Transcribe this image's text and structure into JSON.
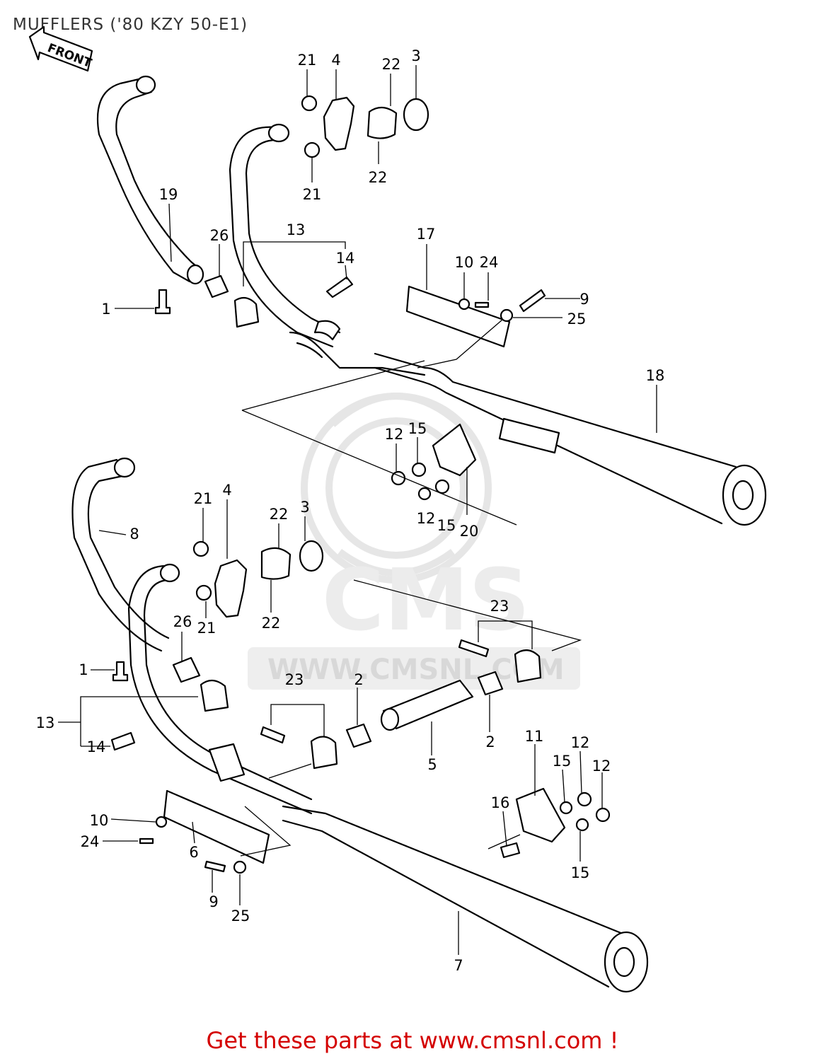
{
  "title": "MUFFLERS ('80 KZY 50-E1)",
  "front_marker": "FRONT",
  "watermark": {
    "logo_text": "CMS",
    "url_text": "WWW.CMSNL.COM"
  },
  "footer_text": "Get these parts at www.cmsnl.com !",
  "colors": {
    "footer": "#d40000",
    "line": "#000000",
    "watermark": "#e6e6e6"
  },
  "callouts": [
    {
      "id": "c21a",
      "label": "21"
    },
    {
      "id": "c4a",
      "label": "4"
    },
    {
      "id": "c22a",
      "label": "22"
    },
    {
      "id": "c3a",
      "label": "3"
    },
    {
      "id": "c22b",
      "label": "22"
    },
    {
      "id": "c21b",
      "label": "21"
    },
    {
      "id": "c19",
      "label": "19"
    },
    {
      "id": "c26a",
      "label": "26"
    },
    {
      "id": "c13a",
      "label": "13"
    },
    {
      "id": "c14a",
      "label": "14"
    },
    {
      "id": "c17",
      "label": "17"
    },
    {
      "id": "c10a",
      "label": "10"
    },
    {
      "id": "c24a",
      "label": "24"
    },
    {
      "id": "c9a",
      "label": "9"
    },
    {
      "id": "c25a",
      "label": "25"
    },
    {
      "id": "c1a",
      "label": "1"
    },
    {
      "id": "c18",
      "label": "18"
    },
    {
      "id": "c12a",
      "label": "12"
    },
    {
      "id": "c15a",
      "label": "15"
    },
    {
      "id": "c12b",
      "label": "12"
    },
    {
      "id": "c15b",
      "label": "15"
    },
    {
      "id": "c20",
      "label": "20"
    },
    {
      "id": "c21c",
      "label": "21"
    },
    {
      "id": "c4b",
      "label": "4"
    },
    {
      "id": "c22c",
      "label": "22"
    },
    {
      "id": "c3b",
      "label": "3"
    },
    {
      "id": "c8",
      "label": "8"
    },
    {
      "id": "c26b",
      "label": "26"
    },
    {
      "id": "c21d",
      "label": "21"
    },
    {
      "id": "c22d",
      "label": "22"
    },
    {
      "id": "c1b",
      "label": "1"
    },
    {
      "id": "c23a",
      "label": "23"
    },
    {
      "id": "c23b",
      "label": "23"
    },
    {
      "id": "c2a",
      "label": "2"
    },
    {
      "id": "c13b",
      "label": "13"
    },
    {
      "id": "c14b",
      "label": "14"
    },
    {
      "id": "c2b",
      "label": "2"
    },
    {
      "id": "c5",
      "label": "5"
    },
    {
      "id": "c11",
      "label": "11"
    },
    {
      "id": "c12c",
      "label": "12"
    },
    {
      "id": "c15c",
      "label": "15"
    },
    {
      "id": "c12d",
      "label": "12"
    },
    {
      "id": "c16",
      "label": "16"
    },
    {
      "id": "c10b",
      "label": "10"
    },
    {
      "id": "c24b",
      "label": "24"
    },
    {
      "id": "c6",
      "label": "6"
    },
    {
      "id": "c9b",
      "label": "9"
    },
    {
      "id": "c25b",
      "label": "25"
    },
    {
      "id": "c15d",
      "label": "15"
    },
    {
      "id": "c7",
      "label": "7"
    }
  ]
}
